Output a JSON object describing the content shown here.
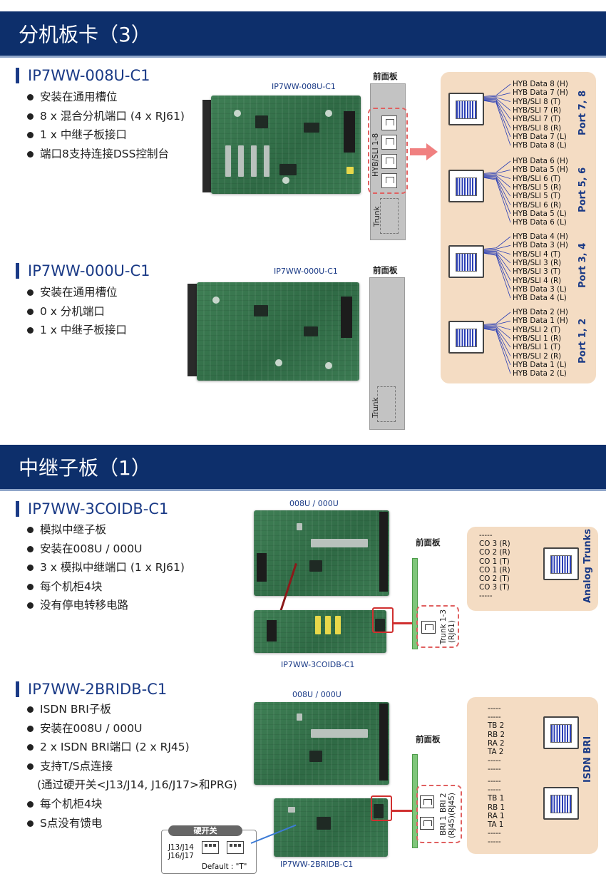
{
  "section1": {
    "banner": "分机板卡（3）",
    "card1": {
      "title": "IP7WW-008U-C1",
      "bullets": [
        "安装在通用槽位",
        "8 x 混合分机端口 (4 x RJ61)",
        "1 x 中继子板接口",
        "端口8支持连接DSS控制台"
      ],
      "caption": "IP7WW-008U-C1",
      "front_label": "前面板",
      "panel_port_label": "HYB/SLI 1-8",
      "panel_trunk_label": "Trunk"
    },
    "card2": {
      "title": "IP7WW-000U-C1",
      "bullets": [
        "安装在通用槽位",
        "0 x 分机端口",
        "1 x 中继子板接口"
      ],
      "caption": "IP7WW-000U-C1",
      "front_label": "前面板",
      "panel_trunk_label": "Trunk"
    },
    "pinout": {
      "ports": [
        {
          "name": "Port 7, 8",
          "pins": [
            "HYB Data 8 (H)",
            "HYB Data 7 (H)",
            "HYB/SLI 8 (T)",
            "HYB/SLI 7 (R)",
            "HYB/SLI 7 (T)",
            "HYB/SLI 8 (R)",
            "HYB Data 7 (L)",
            "HYB Data 8 (L)"
          ]
        },
        {
          "name": "Port 5, 6",
          "pins": [
            "HYB Data 6 (H)",
            "HYB Data 5 (H)",
            "HYB/SLI 6 (T)",
            "HYB/SLI 5 (R)",
            "HYB/SLI 5 (T)",
            "HYB/SLI 6 (R)",
            "HYB Data 5 (L)",
            "HYB Data 6 (L)"
          ]
        },
        {
          "name": "Port 3, 4",
          "pins": [
            "HYB Data 4 (H)",
            "HYB Data 3 (H)",
            "HYB/SLI 4 (T)",
            "HYB/SLI 3 (R)",
            "HYB/SLI 3 (T)",
            "HYB/SLI 4 (R)",
            "HYB Data 3 (L)",
            "HYB Data 4 (L)"
          ]
        },
        {
          "name": "Port 1, 2",
          "pins": [
            "HYB Data 2 (H)",
            "HYB Data 1 (H)",
            "HYB/SLI 2 (T)",
            "HYB/SLI 1 (R)",
            "HYB/SLI 1 (T)",
            "HYB/SLI 2 (R)",
            "HYB Data 1 (L)",
            "HYB Data 2 (L)"
          ]
        }
      ]
    }
  },
  "section2": {
    "banner": "中继子板（1）",
    "card1": {
      "title": "IP7WW-3COIDB-C1",
      "bullets": [
        "模拟中继子板",
        "安装在008U / 000U",
        "3 x 模拟中继端口 (1 x RJ61)",
        "每个机柜4块",
        "没有停电转移电路"
      ],
      "caption_top": "008U / 000U",
      "caption_bottom": "IP7WW-3COIDB-C1",
      "front_label": "前面板",
      "port_label": "Trunk 1-3",
      "port_sub": "(RJ61)",
      "pinout_title": "Analog Trunks",
      "pins": [
        "-----",
        "CO 3 (R)",
        "CO 2 (R)",
        "CO 1 (T)",
        "CO 1 (R)",
        "CO 2 (T)",
        "CO 3 (T)",
        "-----"
      ]
    },
    "card2": {
      "title": "IP7WW-2BRIDB-C1",
      "bullets": [
        "ISDN BRI子板",
        "安装在008U / 000U",
        "2 x ISDN BRI端口 (2 x RJ45)",
        "支持T/S点连接"
      ],
      "bullet_note": "(通过硬开关<J13/J14, J16/J17>和PRG)",
      "bullets_after": [
        "每个机柜4块",
        "S点没有馈电"
      ],
      "caption_top": "008U / 000U",
      "caption_bottom": "IP7WW-2BRIDB-C1",
      "front_label": "前面板",
      "port2_label": "BRI 2",
      "port2_sub": "(RJ45)",
      "port1_label": "BRI 1",
      "port1_sub": "(RJ45)",
      "pinout_title": "ISDN BRI",
      "pins_upper": [
        "-----",
        "-----",
        "TB 2",
        "RB 2",
        "RA 2",
        "TA 2",
        "-----",
        "-----"
      ],
      "pins_lower": [
        "-----",
        "-----",
        "TB 1",
        "RB 1",
        "RA 1",
        "TA 1",
        "-----",
        "-----"
      ],
      "switch_box": {
        "title": "硬开关",
        "label1": "J13/J14",
        "label2": "J16/J17",
        "default_label": "Default :  \"T\""
      }
    }
  },
  "colors": {
    "banner": "#0d2f6b",
    "title_blue": "#1a3a86",
    "pinout_bg": "#f4dcc3",
    "arrow": "#f08080",
    "pin_wire": "#2b3fb5"
  }
}
